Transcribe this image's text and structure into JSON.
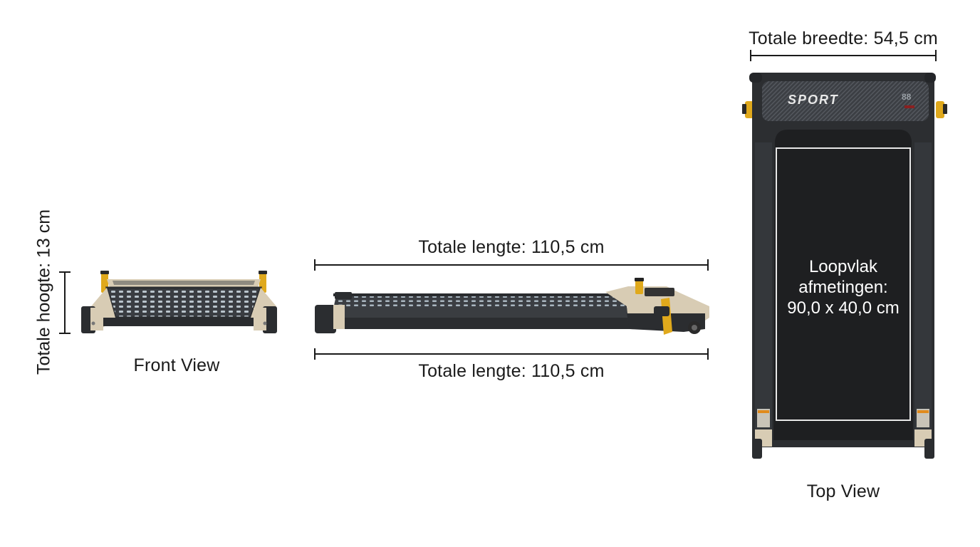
{
  "front_view": {
    "caption": "Front View",
    "height_label": "Totale hoogte: 13 cm"
  },
  "side_view": {
    "length_top_label": "Totale lengte: 110,5 cm",
    "length_bottom_label": "Totale lengte: 110,5 cm"
  },
  "top_view": {
    "caption": "Top View",
    "width_label": "Totale breedte: 54,5 cm",
    "brand_text": "SPORT",
    "tread_label": {
      "line1": "Loopvlak",
      "line2": "afmetingen:",
      "line3": "90,0 x 40,0 cm"
    }
  },
  "colors": {
    "frame": "#2c2e31",
    "belt": "#1e1f21",
    "accent_yellow": "#e0a91c",
    "beige": "#d8ccb4",
    "dimension_line": "#1a1a1a"
  }
}
